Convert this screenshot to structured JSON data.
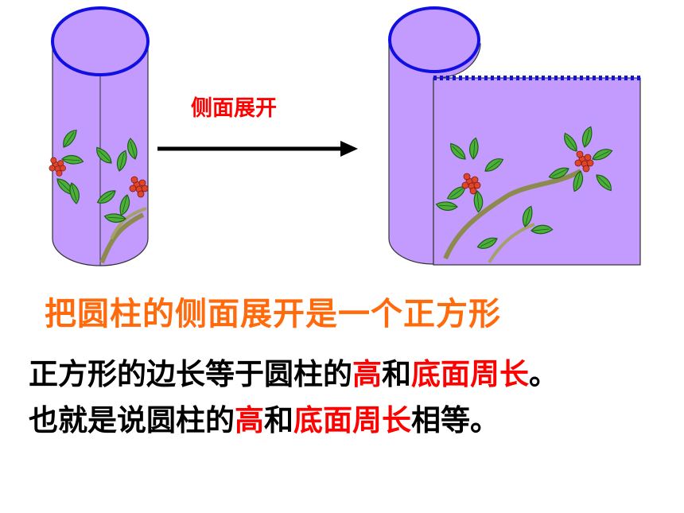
{
  "caption": "侧面展开",
  "headline": "把圆柱的侧面展开是一个正方形",
  "line1": {
    "a": "正方形的边长等于圆柱的",
    "b": "高",
    "c": "和",
    "d": "底面周长",
    "e": "。"
  },
  "line2": {
    "a": "也就是说圆柱的",
    "b": "高",
    "c": "和",
    "d": "底面周长",
    "e": "相等。"
  },
  "colors": {
    "cylinder_fill": "#c39bff",
    "rim": "#1010e0",
    "caption": "#ff0000",
    "headline": "#ff6a0d",
    "emphasis": "#ff0000",
    "body_text": "#000000"
  },
  "icons": [
    "right-arrow-icon",
    "flower-branch-decoration"
  ]
}
